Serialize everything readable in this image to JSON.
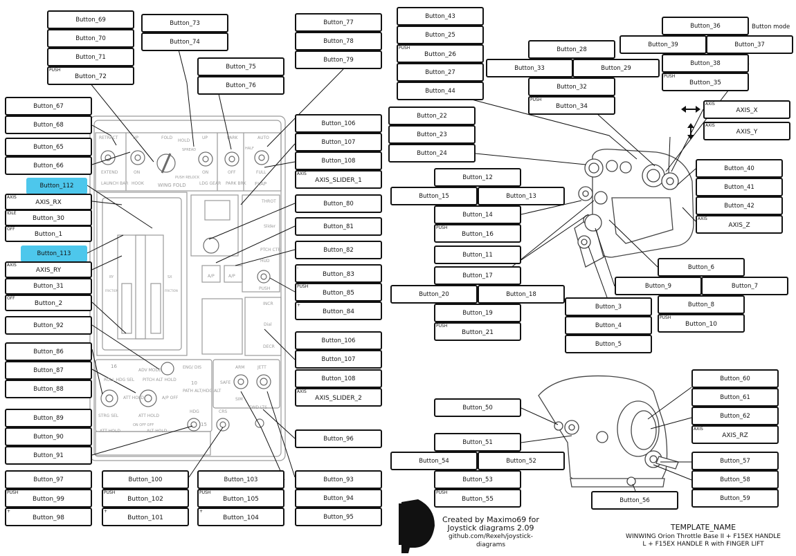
{
  "labels": [
    {
      "id": "b69",
      "text": "Button_69"
    },
    {
      "id": "b70",
      "text": "Button_70"
    },
    {
      "id": "b71",
      "text": "Button_71"
    },
    {
      "id": "b72",
      "text": "Button_72",
      "tag": "PUSH"
    },
    {
      "id": "b73",
      "text": "Button_73"
    },
    {
      "id": "b74",
      "text": "Button_74"
    },
    {
      "id": "b75",
      "text": "Button_75"
    },
    {
      "id": "b76",
      "text": "Button_76"
    },
    {
      "id": "b77",
      "text": "Button_77"
    },
    {
      "id": "b78",
      "text": "Button_78"
    },
    {
      "id": "b79",
      "text": "Button_79"
    },
    {
      "id": "b67",
      "text": "Button_67"
    },
    {
      "id": "b68",
      "text": "Button_68"
    },
    {
      "id": "b65",
      "text": "Button_65"
    },
    {
      "id": "b66",
      "text": "Button_66"
    },
    {
      "id": "b112",
      "text": "Button_112",
      "highlight": true
    },
    {
      "id": "axrx",
      "text": "AXIS_RX",
      "tag": "AXIS"
    },
    {
      "id": "b30",
      "text": "Button_30",
      "tag": "IDLE"
    },
    {
      "id": "b1",
      "text": "Button_1",
      "tag": "OFF"
    },
    {
      "id": "b113",
      "text": "Button_113",
      "highlight": true
    },
    {
      "id": "axry",
      "text": "AXIS_RY",
      "tag": "AXIS"
    },
    {
      "id": "b31",
      "text": "Button_31"
    },
    {
      "id": "b2",
      "text": "Button_2",
      "tag": "OFF"
    },
    {
      "id": "b92",
      "text": "Button_92"
    },
    {
      "id": "b86",
      "text": "Button_86"
    },
    {
      "id": "b87",
      "text": "Button_87"
    },
    {
      "id": "b88",
      "text": "Button_88"
    },
    {
      "id": "b89",
      "text": "Button_89"
    },
    {
      "id": "b90",
      "text": "Button_90"
    },
    {
      "id": "b91",
      "text": "Button_91"
    },
    {
      "id": "b97",
      "text": "Button_97"
    },
    {
      "id": "b99",
      "text": "Button_99",
      "tag": "PUSH"
    },
    {
      "id": "b98",
      "text": "Button_98",
      "tag": "+"
    },
    {
      "id": "b100",
      "text": "Button_100"
    },
    {
      "id": "b102",
      "text": "Button_102",
      "tag": "PUSH"
    },
    {
      "id": "b101",
      "text": "Button_101",
      "tag": "+"
    },
    {
      "id": "b103",
      "text": "Button_103"
    },
    {
      "id": "b105",
      "text": "Button_105",
      "tag": "PUSH"
    },
    {
      "id": "b104",
      "text": "Button_104",
      "tag": "+"
    },
    {
      "id": "b93",
      "text": "Button_93"
    },
    {
      "id": "b94",
      "text": "Button_94"
    },
    {
      "id": "b95",
      "text": "Button_95"
    },
    {
      "id": "b106a",
      "text": "Button_106"
    },
    {
      "id": "b107a",
      "text": "Button_107"
    },
    {
      "id": "b108a",
      "text": "Button_108"
    },
    {
      "id": "axs1",
      "text": "AXIS_SLIDER_1",
      "tag": "AXIS"
    },
    {
      "id": "b80",
      "text": "Button_80"
    },
    {
      "id": "b81",
      "text": "Button_81"
    },
    {
      "id": "b82",
      "text": "Button_82"
    },
    {
      "id": "b83",
      "text": "Button_83",
      "tag": "-"
    },
    {
      "id": "b85",
      "text": "Button_85",
      "tag": "PUSH"
    },
    {
      "id": "b84",
      "text": "Button_84",
      "tag": "+"
    },
    {
      "id": "b106b",
      "text": "Button_106"
    },
    {
      "id": "b107b",
      "text": "Button_107"
    },
    {
      "id": "b108b",
      "text": "Button_108"
    },
    {
      "id": "axs2",
      "text": "AXIS_SLIDER_2",
      "tag": "AXIS"
    },
    {
      "id": "b96",
      "text": "Button_96"
    },
    {
      "id": "b43",
      "text": "Button_43"
    },
    {
      "id": "b25",
      "text": "Button_25"
    },
    {
      "id": "b26",
      "text": "Button_26",
      "tag": "PUSH"
    },
    {
      "id": "b27",
      "text": "Button_27"
    },
    {
      "id": "b44",
      "text": "Button_44"
    },
    {
      "id": "b28",
      "text": "Button_28"
    },
    {
      "id": "b33",
      "text": "Button_33"
    },
    {
      "id": "b29",
      "text": "Button_29"
    },
    {
      "id": "b32",
      "text": "Button_32"
    },
    {
      "id": "b34",
      "text": "Button_34",
      "tag": "PUSH"
    },
    {
      "id": "b36",
      "text": "Button_36"
    },
    {
      "id": "b39",
      "text": "Button_39"
    },
    {
      "id": "b37",
      "text": "Button_37"
    },
    {
      "id": "b38",
      "text": "Button_38"
    },
    {
      "id": "b35",
      "text": "Button_35",
      "tag": "PUSH"
    },
    {
      "id": "axx",
      "text": "AXIS_X",
      "tag": "AXIS"
    },
    {
      "id": "axy",
      "text": "AXIS_Y",
      "tag": "AXIS"
    },
    {
      "id": "b22",
      "text": "Button_22"
    },
    {
      "id": "b23",
      "text": "Button_23"
    },
    {
      "id": "b24",
      "text": "Button_24"
    },
    {
      "id": "b12",
      "text": "Button_12"
    },
    {
      "id": "b15",
      "text": "Button_15"
    },
    {
      "id": "b13",
      "text": "Button_13"
    },
    {
      "id": "b14",
      "text": "Button_14"
    },
    {
      "id": "b16",
      "text": "Button_16",
      "tag": "PUSH"
    },
    {
      "id": "b11",
      "text": "Button_11"
    },
    {
      "id": "b17",
      "text": "Button_17"
    },
    {
      "id": "b20",
      "text": "Button_20"
    },
    {
      "id": "b18",
      "text": "Button_18"
    },
    {
      "id": "b19",
      "text": "Button_19"
    },
    {
      "id": "b21",
      "text": "Button_21",
      "tag": "PUSH"
    },
    {
      "id": "b40",
      "text": "Button_40"
    },
    {
      "id": "b41",
      "text": "Button_41"
    },
    {
      "id": "b42",
      "text": "Button_42"
    },
    {
      "id": "axz",
      "text": "AXIS_Z",
      "tag": "AXIS"
    },
    {
      "id": "b6",
      "text": "Button_6"
    },
    {
      "id": "b9",
      "text": "Button_9"
    },
    {
      "id": "b7",
      "text": "Button_7"
    },
    {
      "id": "b8",
      "text": "Button_8"
    },
    {
      "id": "b10",
      "text": "Button_10",
      "tag": "PUSH"
    },
    {
      "id": "b3",
      "text": "Button_3"
    },
    {
      "id": "b4",
      "text": "Button_4"
    },
    {
      "id": "b5",
      "text": "Button_5"
    },
    {
      "id": "b60",
      "text": "Button_60"
    },
    {
      "id": "b61",
      "text": "Button_61"
    },
    {
      "id": "b62",
      "text": "Button_62"
    },
    {
      "id": "axrz",
      "text": "AXIS_RZ",
      "tag": "AXIS"
    },
    {
      "id": "b57",
      "text": "Button_57"
    },
    {
      "id": "b58",
      "text": "Button_58"
    },
    {
      "id": "b59",
      "text": "Button_59"
    },
    {
      "id": "b50",
      "text": "Button_50"
    },
    {
      "id": "b51",
      "text": "Button_51"
    },
    {
      "id": "b54",
      "text": "Button_54"
    },
    {
      "id": "b52",
      "text": "Button_52"
    },
    {
      "id": "b53",
      "text": "Button_53"
    },
    {
      "id": "b55",
      "text": "Button_55",
      "tag": "PUSH"
    },
    {
      "id": "b56",
      "text": "Button_56"
    }
  ],
  "panel_text": {
    "retract": "RETRACT",
    "up": "UP",
    "fold": "FOLD",
    "hold": "HOLD",
    "spread": "SPREAD",
    "up2": "UP",
    "park": "PARK",
    "auto": "AUTO",
    "extend": "EXTEND",
    "on": "ON",
    "on2": "ON",
    "off": "OFF",
    "full": "FULL",
    "half": "HALF",
    "push_relock": "PUSH RELOCK",
    "launch_bar": "LAUNCH BAR",
    "hook": "HOOK",
    "wing_fold": "WING FOLD",
    "ldg_gear": "LDG GEAR",
    "park_brk": "PARK BRK",
    "flap": "FLAP",
    "throt": "THROT",
    "slider": "Slider",
    "ptch_ctr": "PTCH CTR",
    "hud": "HUD",
    "push": "PUSH",
    "incr": "INCR",
    "dial": "Dial",
    "decr": "DECR",
    "ap1": "A/P",
    "ap2": "A/P",
    "ry": "RY",
    "sx": "SX",
    "friction1": "FRICTION",
    "friction2": "FRICTION",
    "adv_mode": "ADV MODE",
    "eng_dis": "ENG/ DIS",
    "roll_hdg_sel": "ROLL HDG SEL",
    "pitch_alt_hold": "PITCH ALT HOLD",
    "ap_off": "A/P OFF",
    "att_hold": "ATT HOLD",
    "path_alt": "PATH ALT/HDG ALT",
    "strg_sel": "STRG SEL",
    "att_hold2": "ATT HOLD",
    "hdg": "HDG",
    "crs": "CRS",
    "att_hold3": "ATT HOLD",
    "on_off": "ON OFF OFF",
    "alt_hold": "ALT HOLD",
    "arm": "ARM",
    "safe": "SAFE",
    "sim": "SIM",
    "jett": "JETT",
    "fwd_lts": "FWD LTS",
    "num16": "16",
    "num10": "10",
    "num15": "15"
  },
  "notes": {
    "button_mode": "Button mode",
    "credit_line1": "Created by Maximo69 for",
    "credit_line2": "Joystick diagrams 2.09",
    "credit_url": "github.com/Rexeh/joystick-diagrams",
    "template_name": "TEMPLATE_NAME",
    "device_line1": "WINWING Orion Throttle Base II + F15EX HANDLE",
    "device_line2": "L + F15EX HANDLE R with FINGER LIFT"
  },
  "colors": {
    "highlight": "#4dc7ec",
    "ink": "#111111",
    "panel_line": "#9a9a9a"
  }
}
